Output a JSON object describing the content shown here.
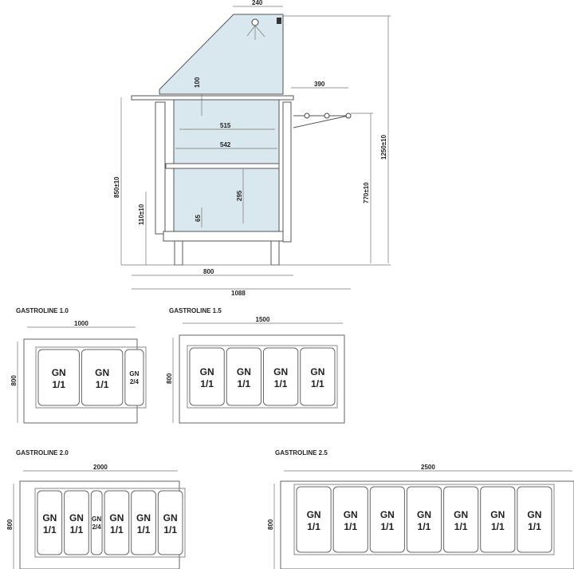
{
  "side_view": {
    "dimensions": {
      "top_width": "240",
      "shelf_depth": "390",
      "total_height": "1250±10",
      "shelf_height": "770±10",
      "counter_height": "850±10",
      "base_height": "110±10",
      "body_depth": "800",
      "total_depth": "1088",
      "glass_gap": "100",
      "inner_upper": "515",
      "inner_lower": "542",
      "tray_height": "295",
      "bottom_gap": "65"
    },
    "colors": {
      "glass": "#d9e7ef",
      "line": "#555555"
    }
  },
  "plans": [
    {
      "title": "GASTROLINE 1.0",
      "width": "1000",
      "depth": "800",
      "pans": [
        {
          "a": "GN",
          "b": "1/1"
        },
        {
          "a": "GN",
          "b": "1/1"
        },
        {
          "a": "GN",
          "b": "2/4",
          "small": true
        }
      ]
    },
    {
      "title": "GASTROLINE 1.5",
      "width": "1500",
      "depth": "800",
      "pans": [
        {
          "a": "GN",
          "b": "1/1"
        },
        {
          "a": "GN",
          "b": "1/1"
        },
        {
          "a": "GN",
          "b": "1/1"
        },
        {
          "a": "GN",
          "b": "1/1"
        }
      ]
    },
    {
      "title": "GASTROLINE 2.0",
      "width": "2000",
      "depth": "800",
      "pans": [
        {
          "a": "GN",
          "b": "1/1"
        },
        {
          "a": "GN",
          "b": "1/1"
        },
        {
          "a": "GN",
          "b": "2/4",
          "small": true
        },
        {
          "a": "GN",
          "b": "1/1"
        },
        {
          "a": "GN",
          "b": "1/1"
        },
        {
          "a": "GN",
          "b": "1/1"
        }
      ]
    },
    {
      "title": "GASTROLINE 2.5",
      "width": "2500",
      "depth": "800",
      "pans": [
        {
          "a": "GN",
          "b": "1/1"
        },
        {
          "a": "GN",
          "b": "1/1"
        },
        {
          "a": "GN",
          "b": "1/1"
        },
        {
          "a": "GN",
          "b": "1/1"
        },
        {
          "a": "GN",
          "b": "1/1"
        },
        {
          "a": "GN",
          "b": "1/1"
        },
        {
          "a": "GN",
          "b": "1/1"
        }
      ]
    }
  ]
}
